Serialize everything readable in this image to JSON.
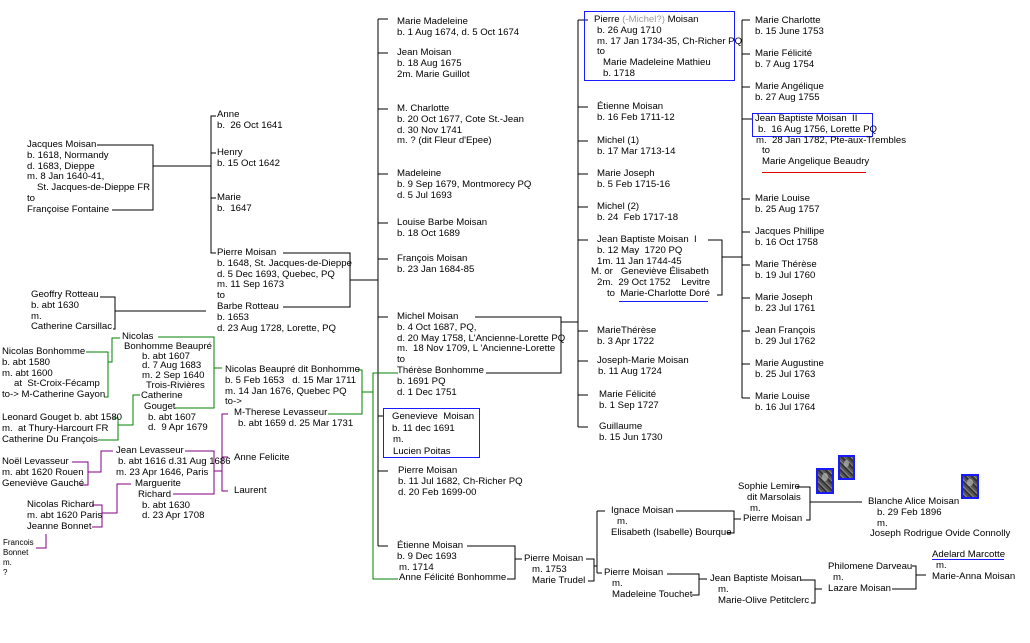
{
  "people": {
    "jacques": {
      "lines": [
        "Jacques Moisan",
        "b. 1618, Normandy",
        "d. 1683, Dieppe",
        "m. 8 Jan 1640-41,",
        "St. Jacques-de-Dieppe FR",
        "to",
        "Françoise Fontaine"
      ]
    },
    "anne": {
      "lines": [
        "Anne",
        "b.  26 Oct 1641"
      ]
    },
    "henry": {
      "lines": [
        "Henry",
        "b. 15 Oct 1642"
      ]
    },
    "marie": {
      "lines": [
        "Marie",
        "b.  1647"
      ]
    },
    "pierre_1648": {
      "lines": [
        "Pierre Moisan",
        "b. 1648, St. Jacques-de-Dieppe",
        "d. 5 Dec 1693, Quebec, PQ",
        "m. 11 Sep 1673",
        "to",
        "Barbe Rotteau",
        "b. 1653",
        "d. 23 Aug 1728, Lorette, PQ"
      ]
    },
    "geoffry": {
      "lines": [
        "Geoffry Rotteau",
        "b. abt 1630",
        "m.",
        "Catherine Carsillac"
      ]
    },
    "nicolas_bb": {
      "lines": [
        "Nicolas",
        "Bonhomme Beaupré",
        "b. abt 1607",
        "d. 7 Aug 1683",
        "m. 2 Sep 1640",
        "Trois-Rivières"
      ]
    },
    "nicolas_bonhomme": {
      "lines": [
        "Nicolas Bonhomme",
        "b. abt 1580",
        "m. abt 1600",
        "at  St-Croix-Fécamp",
        "to-> M-Catherine Gayon"
      ]
    },
    "catherine_gouget": {
      "lines": [
        "Catherine",
        "Gouget",
        "b. abt 1607",
        "d.  9 Apr 1679"
      ]
    },
    "leonard": {
      "lines": [
        "Leonard Gouget b. abt 1580",
        "m.  at Thury-Harcourt FR",
        "Catherine Du François"
      ]
    },
    "nicolas_dit": {
      "lines": [
        "Nicolas Beaupré dit Bonhomme",
        "b. 5 Feb 1653   d. 15 Mar 1711",
        "m. 14 Jan 1676, Quebec PQ",
        "to->"
      ]
    },
    "m_therese": {
      "lines": [
        "M-Therese Levasseur",
        "b. abt 1659 d. 25 Mar 1731"
      ]
    },
    "anne_felicite": {
      "lines": [
        "Anne Felicite"
      ]
    },
    "laurent": {
      "lines": [
        "Laurent"
      ]
    },
    "jean_levasseur": {
      "lines": [
        "Jean Levasseur",
        "b. abt 1616 d.31 Aug 1686",
        "m. 23 Apr 1646, Paris"
      ]
    },
    "noel": {
      "lines": [
        "Noël Levasseur",
        "m. abt 1620 Rouen",
        "Geneviève Gauché"
      ]
    },
    "marguerite": {
      "lines": [
        "Marguerite",
        "Richard",
        "b. abt 1630",
        "d. 23 Apr 1708"
      ]
    },
    "nicolas_richard": {
      "lines": [
        "Nicolas Richard",
        "m. abt 1620 Paris",
        "Jeanne Bonnet"
      ]
    },
    "francois_bonnet": {
      "lines": [
        "Francois",
        "Bonnet",
        "m.",
        "?"
      ]
    },
    "marie_madeleine": {
      "lines": [
        "Marie Madeleine",
        "b. 1 Aug 1674, d. 5 Oct 1674"
      ]
    },
    "jean_moisan": {
      "lines": [
        "Jean Moisan",
        "b. 18 Aug 1675",
        "2m. Marie Guillot"
      ]
    },
    "m_charlotte": {
      "lines": [
        "M. Charlotte",
        "b. 20 Oct 1677, Cote St.-Jean",
        "d. 30 Nov 1741",
        "m. ? (dit Fleur d'Epee)"
      ]
    },
    "madeleine": {
      "lines": [
        "Madeleine",
        "b. 9 Sep 1679, Montmorecy PQ",
        "d. 5 Jul 1693"
      ]
    },
    "louise_barbe": {
      "lines": [
        "Louise Barbe Moisan",
        "b. 18 Oct 1689"
      ]
    },
    "francois_moisan": {
      "lines": [
        "François Moisan",
        "b. 23 Jan 1684-85"
      ]
    },
    "michel": {
      "lines": [
        "Michel Moisan",
        "b. 4 Oct 1687, PQ,",
        "d. 20 May 1758, L'Ancienne-Lorette PQ",
        "m.  18 Nov 1709, L 'Ancienne-Lorette",
        "to",
        "Thérèse Bonhomme",
        "b. 1691 PQ",
        "d. 1 Dec 1751"
      ]
    },
    "genevieve": {
      "lines": [
        "Genevieve  Moisan",
        "b. 11 dec 1691",
        "m.",
        "Lucien Poitas"
      ]
    },
    "pierre_1682": {
      "lines": [
        "Pierre Moisan",
        "b. 11 Jul 1682, Ch-Richer PQ",
        "d. 20 Feb 1699-00"
      ]
    },
    "etienne_1693": {
      "lines": [
        "Étienne Moisan",
        "b. 9 Dec 1693",
        "m. 1714",
        "Anne Félicité Bonhomme"
      ]
    },
    "pierre_1753": {
      "lines": [
        "Pierre Moisan",
        "m. 1753",
        "Marie Trudel"
      ]
    },
    "pierre_michel": {
      "name_parts": [
        "Pierre ",
        "(-Michel?)",
        " Moisan"
      ],
      "lines": [
        "b. 26 Aug 1710",
        "m. 17 Jan 1734-35, Ch-Richer PQ",
        "to",
        "Marie Madeleine Mathieu",
        "b. 1718"
      ]
    },
    "etienne_1711": {
      "lines": [
        "Étienne Moisan",
        "b. 16 Feb 1711-12"
      ]
    },
    "michel1": {
      "lines": [
        "Michel (1)",
        "b. 17 Mar 1713-14"
      ]
    },
    "marie_joseph_1715": {
      "lines": [
        "Marie Joseph",
        "b. 5 Feb 1715-16"
      ]
    },
    "michel2": {
      "lines": [
        "Michel (2)",
        "b. 24  Feb 1717-18"
      ]
    },
    "jb1": {
      "lines": [
        "Jean Baptiste Moisan  I",
        "b. 12 May  1720 PQ",
        "1m. 11 Jan 1744-45",
        "M. or   Geneviève Élisabeth",
        "2m.  29 Oct 1752    Levitre",
        "to  Marie-Charlotte Doré"
      ]
    },
    "marie_therese_1722": {
      "lines": [
        "MarieThérèse",
        "b. 3 Apr 1722"
      ]
    },
    "joseph_marie": {
      "lines": [
        "Joseph-Marie Moisan",
        "b. 11 Aug 1724"
      ]
    },
    "marie_felicite_1727": {
      "lines": [
        "Marie Félicité",
        "b. 1 Sep 1727"
      ]
    },
    "guillaume": {
      "lines": [
        "Guillaume",
        "b. 15 Jun 1730"
      ]
    },
    "marie_charlotte": {
      "lines": [
        "Marie Charlotte",
        "b. 15 June 1753"
      ]
    },
    "marie_felicite_1754": {
      "lines": [
        "Marie Félicité",
        "b. 7 Aug 1754"
      ]
    },
    "marie_angelique": {
      "lines": [
        "Marie Angélique",
        "b. 27 Aug 1755"
      ]
    },
    "jb2": {
      "lines": [
        "Jean Baptiste Moisan  II",
        "b.  16 Aug 1756, Lorette PQ",
        "m.  28 Jan 1782, Pte-aux-Trembles",
        "to",
        "Marie Angelique Beaudry"
      ]
    },
    "marie_louise_1757": {
      "lines": [
        "Marie Louise",
        "b. 25 Aug 1757"
      ]
    },
    "jacques_phillipe": {
      "lines": [
        "Jacques Phillipe",
        "b. 16 Oct 1758"
      ]
    },
    "marie_therese_1760": {
      "lines": [
        "Marie Thérèse",
        "b. 19 Jul 1760"
      ]
    },
    "marie_joseph_1761": {
      "lines": [
        "Marie Joseph",
        "b. 23 Jul 1761"
      ]
    },
    "jean_francois": {
      "lines": [
        "Jean François",
        "b. 29 Jul 1762"
      ]
    },
    "marie_augustine": {
      "lines": [
        "Marie Augustine",
        "b. 25 Jul 1763"
      ]
    },
    "marie_louise_1764": {
      "lines": [
        "Marie Louise",
        "b. 16 Jul 1764"
      ]
    },
    "ignace": {
      "lines": [
        "Ignace Moisan",
        "m.",
        "Elisabeth (Isabelle) Bourque"
      ]
    },
    "pierre_touchet": {
      "lines": [
        "Pierre Moisan",
        "m.",
        "Madeleine Touchet"
      ]
    },
    "sophie": {
      "lines": [
        "Sophie Lemire",
        "dit Marsolais",
        "m.",
        "Pierre Moisan"
      ]
    },
    "jb_petitclerc": {
      "lines": [
        "Jean Baptiste Moisan",
        "m.",
        "Marie-Olive Petitclerc"
      ]
    },
    "blanche": {
      "lines": [
        "Blanche Alice Moisan",
        "b. 29 Feb 1896",
        "m.",
        "Joseph Rodrigue Ovide Connolly"
      ]
    },
    "philomene": {
      "lines": [
        "Philomene Darveau",
        "m.",
        "Lazare Moisan"
      ]
    },
    "adelard": {
      "lines": [
        "Adelard Marcotte",
        "m.",
        "Marie-Anna Moisan"
      ]
    }
  },
  "colors": {
    "line": "#000000",
    "bonhomme_line": "#008000",
    "levasseur_line": "#800080",
    "highlight_box": "#1a1aff",
    "underline_blue": "#1a1aff",
    "underline_red": "#e00000",
    "muted_text": "#9a9a9a"
  }
}
